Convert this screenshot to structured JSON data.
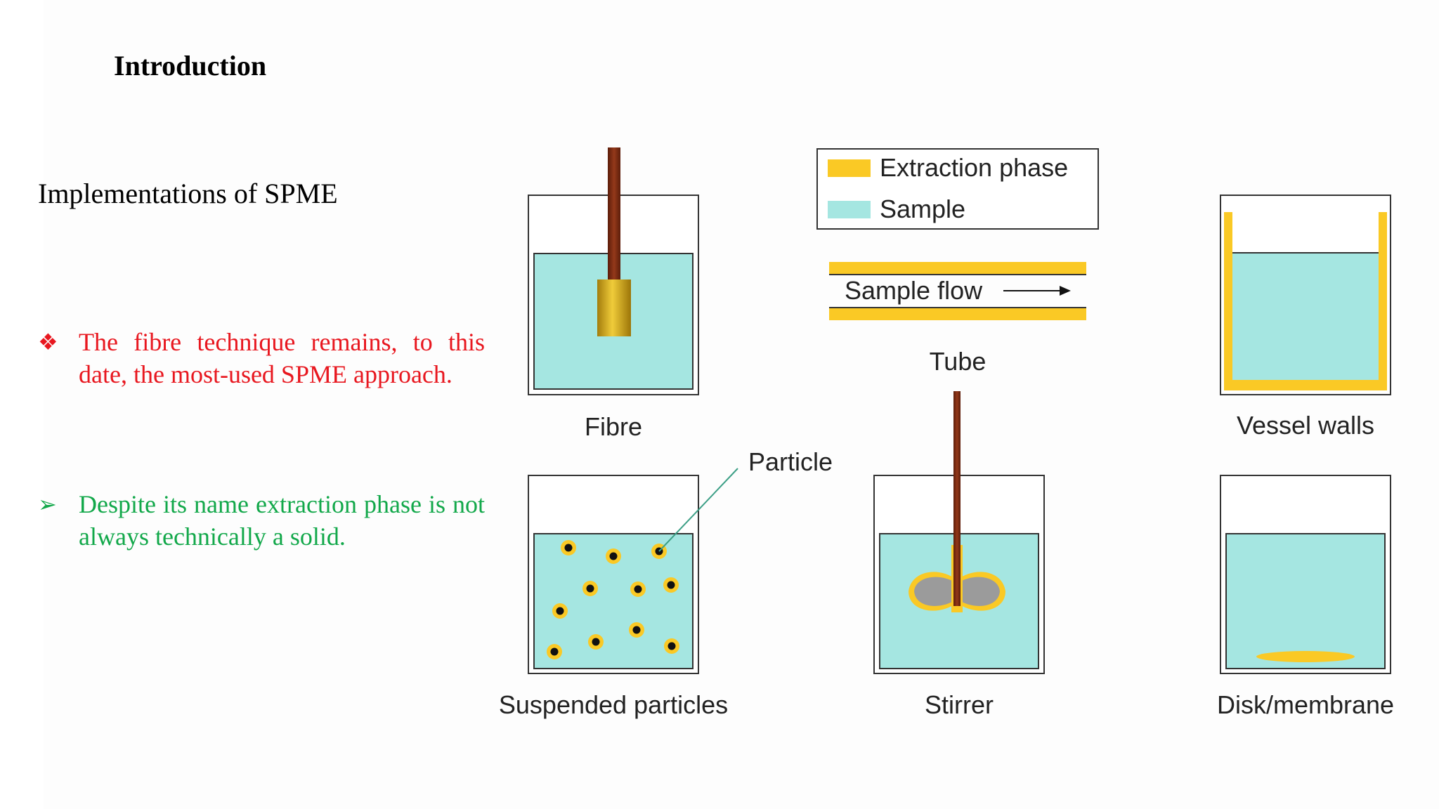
{
  "slide": {
    "title": "Introduction",
    "subtitle": "Implementations of SPME",
    "bullets": [
      {
        "marker": "❖",
        "text": "The fibre technique remains, to this date, the most-used SPME approach.",
        "color": "#e8171f"
      },
      {
        "marker": "➢",
        "text": "Despite its name extraction phase is not always technically a solid.",
        "color": "#12a84a"
      }
    ]
  },
  "diagram": {
    "legend": {
      "extraction_phase": "Extraction phase",
      "sample": "Sample"
    },
    "tube_flow_label": "Sample flow",
    "labels": {
      "fibre": "Fibre",
      "tube": "Tube",
      "vessel_walls": "Vessel walls",
      "suspended_particles": "Suspended particles",
      "particle": "Particle",
      "stirrer": "Stirrer",
      "disk_membrane": "Disk/membrane"
    },
    "colors": {
      "extraction_phase": "#fac925",
      "sample": "#a5e6e1",
      "rod": "#7b2a12",
      "stirrer_blade": "#9b9b9b",
      "callout_line": "#3c9f86"
    }
  }
}
